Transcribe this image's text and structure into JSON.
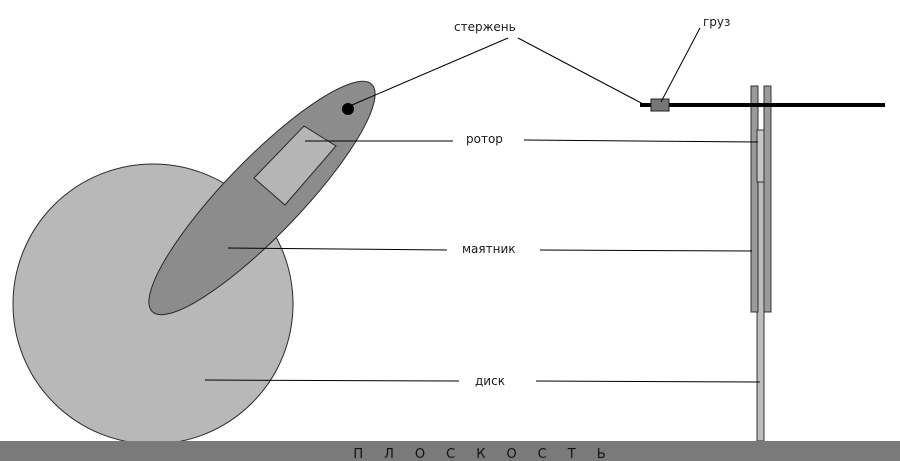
{
  "labels": {
    "rod": "стержень",
    "weight": "груз",
    "rotor": "ротор",
    "pendulum": "маятник",
    "disk": "диск",
    "plane": "плоскость"
  },
  "colors": {
    "disk": "#b8b8b8",
    "pendulum": "#8c8c8c",
    "rotor": "#b5b5b5",
    "weight": "#777777",
    "plane": "#7a7a7a",
    "lines": "#000000"
  }
}
